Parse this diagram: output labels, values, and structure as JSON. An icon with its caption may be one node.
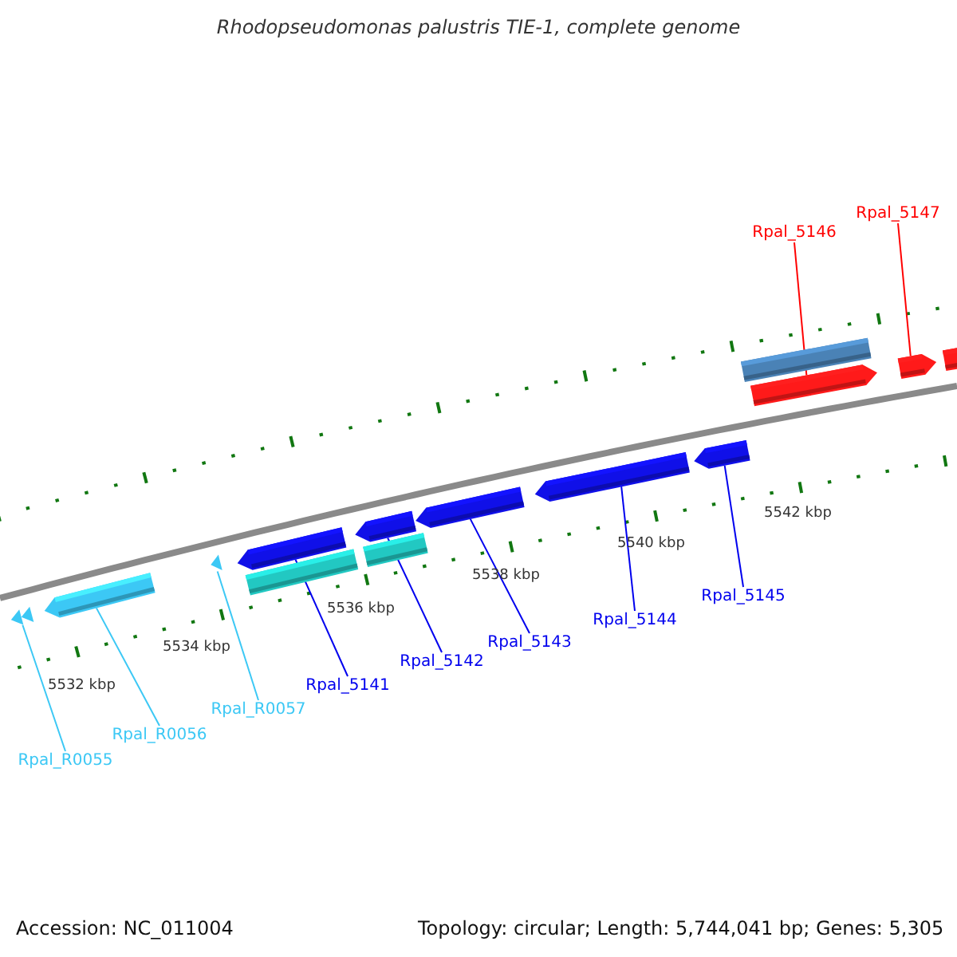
{
  "diagram": {
    "title": "Rhodopseudomonas palustris TIE-1, complete genome",
    "nodes": [
      {
        "text": [
          "Rpal_R0055"
        ]
      },
      {
        "text": [
          "Rpal_R0056"
        ]
      },
      {
        "text": [
          "Rpal_R0057"
        ]
      },
      {
        "text": [
          "Rpal_5141"
        ]
      },
      {
        "text": [
          "Rpal_5142"
        ]
      },
      {
        "text": [
          "Rpal_5143"
        ]
      },
      {
        "text": [
          "Rpal_5144"
        ]
      },
      {
        "text": [
          "Rpal_5145"
        ]
      },
      {
        "text": [
          "Rpal_5146"
        ]
      },
      {
        "text": [
          "Rpal_5147"
        ]
      },
      {
        "text": [],
        "shape": "arrow"
      },
      {
        "text": [],
        "shape": "arrow"
      },
      {
        "text": [],
        "shape": "arrow"
      },
      {
        "text": [],
        "shape": "arrow"
      },
      {
        "text": [],
        "shape": "bar"
      },
      {
        "text": [],
        "shape": "arrow"
      },
      {
        "text": [],
        "shape": "bar"
      },
      {
        "text": [],
        "shape": "arrow"
      },
      {
        "text": [],
        "shape": "arrow"
      },
      {
        "text": [],
        "shape": "arrow"
      },
      {
        "text": [],
        "shape": "bar"
      },
      {
        "text": [],
        "shape": "arrow"
      },
      {
        "text": [],
        "shape": "arrow"
      },
      {
        "text": [],
        "shape": "arrow"
      }
    ],
    "edges": [
      {
        "from": 0,
        "to": 10,
        "arrow": "none",
        "color": "#3cc8f5"
      },
      {
        "from": 1,
        "to": 11,
        "arrow": "none",
        "color": "#3cc8f5"
      },
      {
        "from": 2,
        "to": 12,
        "arrow": "none",
        "color": "#3cc8f5"
      },
      {
        "from": 3,
        "to": 13,
        "arrow": "none"
      },
      {
        "from": 4,
        "to": 15,
        "arrow": "none"
      },
      {
        "from": 5,
        "to": 17,
        "arrow": "none"
      },
      {
        "from": 6,
        "to": 18,
        "arrow": "none"
      },
      {
        "from": 7,
        "to": 19,
        "arrow": "none"
      },
      {
        "from": 8,
        "to": 21,
        "arrow": "none",
        "color": "#ff0000"
      },
      {
        "from": 9,
        "to": 22,
        "arrow": "none",
        "color": "#ff0000"
      }
    ],
    "labels": [
      "5532 kbp",
      "5534 kbp",
      "5536 kbp",
      "5538 kbp",
      "5540 kbp",
      "5542 kbp",
      "Accession: NC_011004",
      "Topology: circular; Length: 5,744,041 bp; Genes: 5,305"
    ]
  }
}
